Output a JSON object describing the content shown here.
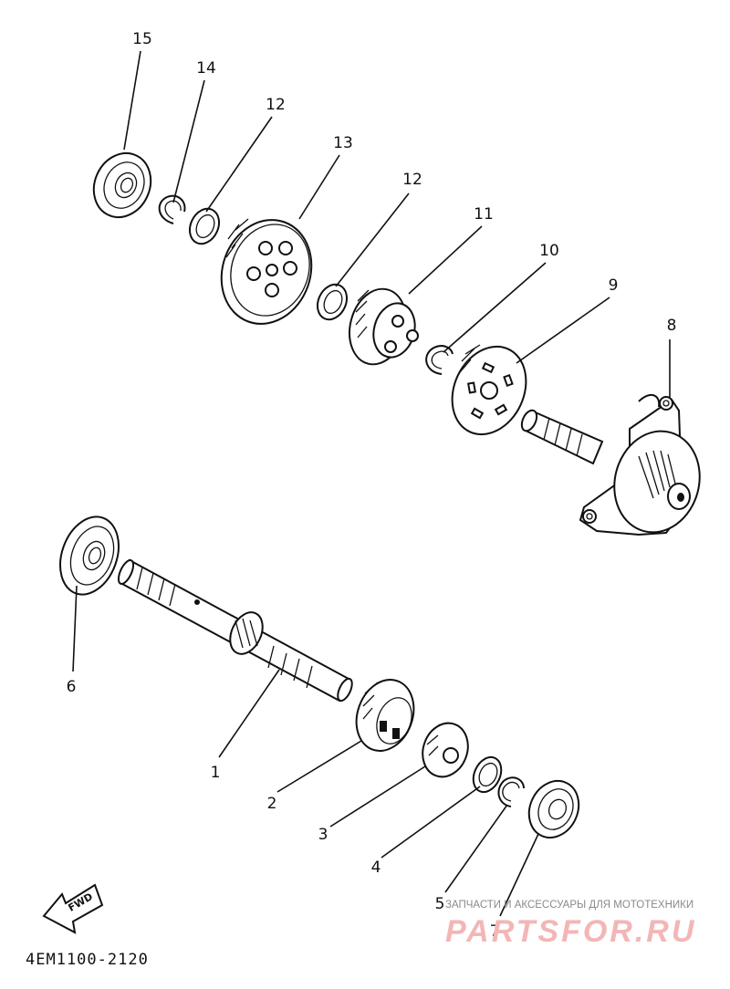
{
  "callouts": [
    {
      "id": "15",
      "label": "15"
    },
    {
      "id": "14",
      "label": "14"
    },
    {
      "id": "12a",
      "label": "12"
    },
    {
      "id": "13",
      "label": "13"
    },
    {
      "id": "12b",
      "label": "12"
    },
    {
      "id": "11",
      "label": "11"
    },
    {
      "id": "10",
      "label": "10"
    },
    {
      "id": "9",
      "label": "9"
    },
    {
      "id": "8",
      "label": "8"
    },
    {
      "id": "6",
      "label": "6"
    },
    {
      "id": "1",
      "label": "1"
    },
    {
      "id": "2",
      "label": "2"
    },
    {
      "id": "3",
      "label": "3"
    },
    {
      "id": "4",
      "label": "4"
    },
    {
      "id": "5",
      "label": "5"
    },
    {
      "id": "7",
      "label": "7"
    }
  ],
  "fwd_label": "FWD",
  "diagram_code": "4EM1100-2120",
  "watermark": {
    "tagline": "ЗАПЧАСТИ И АКСЕССУАРЫ ДЛЯ МОТОТЕХНИКИ",
    "logo": "PARTSFOR.RU"
  }
}
